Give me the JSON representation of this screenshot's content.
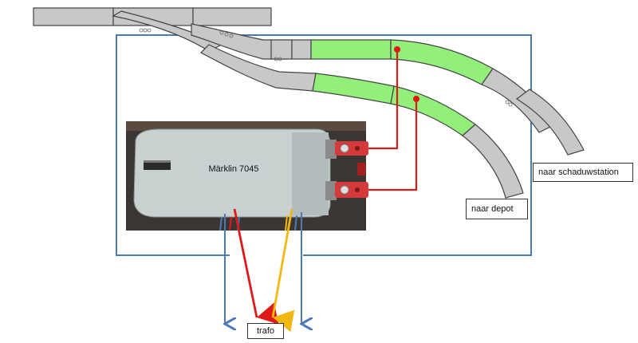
{
  "labels": {
    "motor": "Märklin 7045",
    "shadow_station": "naar schaduwstation",
    "depot": "naar depot",
    "trafo": "trafo"
  },
  "colors": {
    "track_grey": "#c8c8c8",
    "track_green": "#92f07a",
    "track_outline": "#444444",
    "frame_blue": "#4a7ab8",
    "wire_red": "#e01818",
    "wire_yellow": "#f2b812",
    "wire_blue": "#4a7ab8",
    "photo_bg": "#3c3632",
    "motor_body": "#c8d0d0",
    "terminal_red": "#d43a3a"
  }
}
